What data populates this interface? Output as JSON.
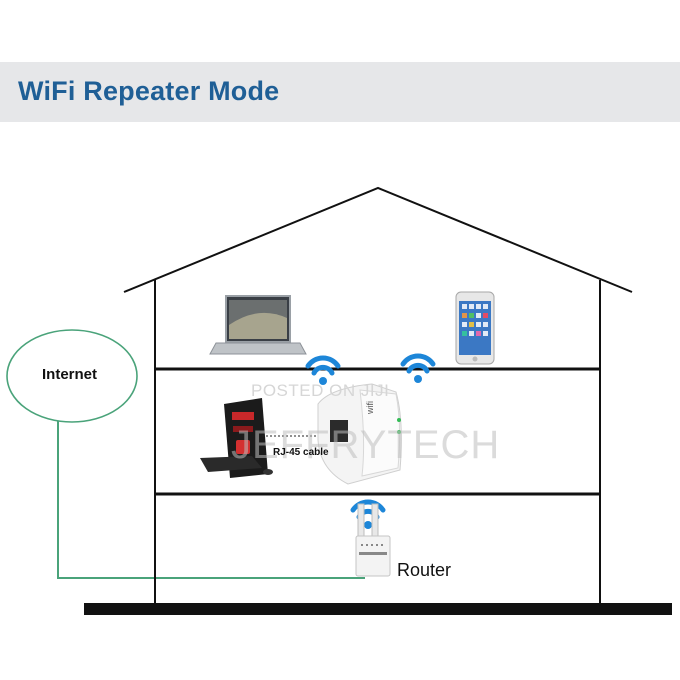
{
  "title": "WiFi Repeater Mode",
  "labels": {
    "internet": "Internet",
    "cable": "RJ-45 cable",
    "router": "Router"
  },
  "watermark": {
    "line1": "POSTED ON JIJI",
    "line2": "JEFFRYTECH"
  },
  "device_brand": "wifi",
  "colors": {
    "banner": "#e6e7e9",
    "title": "#1f5f96",
    "cable": "#4aa37a",
    "wifi": "#1d86d8",
    "house": "#111111"
  },
  "icons": [
    "laptop-icon",
    "smartphone-icon",
    "desktop-pc-icon",
    "repeater-icon",
    "router-icon",
    "wifi-signal-icon"
  ]
}
